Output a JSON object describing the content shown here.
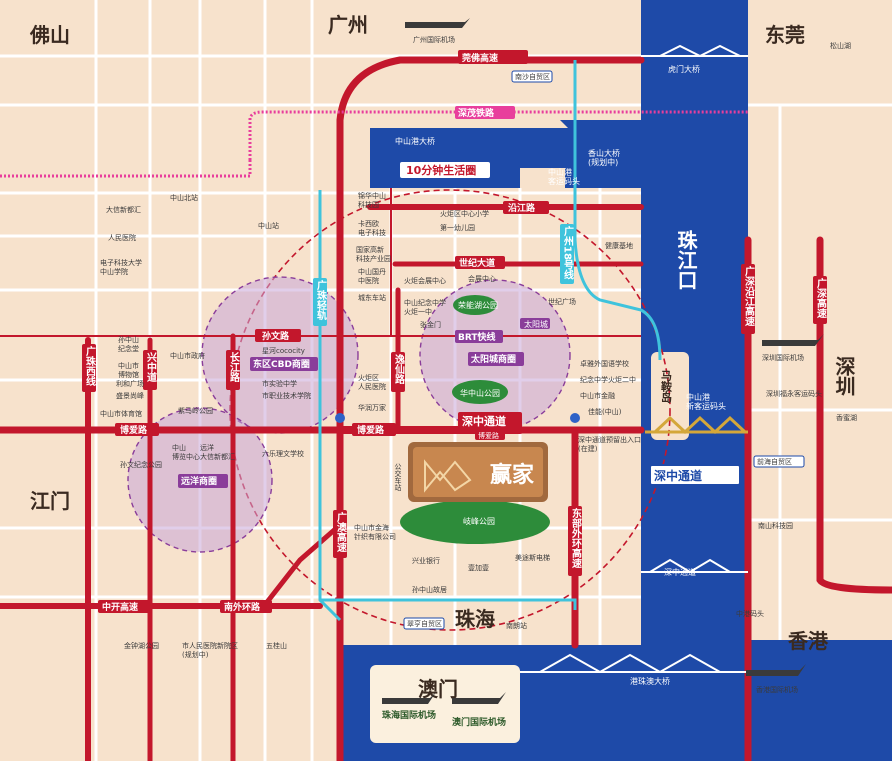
{
  "cities": {
    "foshan": "佛山",
    "guangzhou": "广州",
    "dongguan": "东莞",
    "jiangmen": "江门",
    "shenzhen": "深圳",
    "zhuhai": "珠海",
    "hongkong": "香港",
    "zhujiangkou": "珠江口",
    "macau": "澳门"
  },
  "roads": {
    "guanfo": "莞佛高速",
    "shenmao": "深茂铁路",
    "zhongshan_bridge": "中山港大桥",
    "circle10": "10分钟生活圈",
    "yanjiang": "沿江路",
    "shiji": "世纪大道",
    "brt": "BRT快线",
    "sunwen": "孙文路",
    "boai": "博爱路",
    "boai2": "博爱路",
    "shenzhong_main": "深中通道",
    "shenzhong_sub": "博爱路",
    "shenzhong_label": "深中通道",
    "shenzhong_bridge": "深中通道",
    "zhongkai": "中开高速",
    "nanwai": "南外环路",
    "zhuao": "港珠澳大桥",
    "guangzhu_west": "广珠西线",
    "xingzhong": "兴中道",
    "changjiang": "长江路",
    "yixian": "逸仙路",
    "guangzhu_rail": "广珠轻轨",
    "guangao": "广澳高速",
    "dongbu": "东部外环高速",
    "guangshen_yanjiang": "广深沿江高速",
    "guangshen": "广深高速",
    "line18": "广州18号线",
    "humen": "虎门大桥"
  },
  "zones": {
    "cbd": "东区CBD商圈",
    "sunyat": "太阳城商圈",
    "yuanyang": "远洋商圈"
  },
  "project": {
    "name": "赢家"
  },
  "airports": {
    "guangzhou": "广州国际机场",
    "shenzhen": "深圳国际机场",
    "hongkong": "香港国际机场",
    "zhuhai": "珠海国际机场",
    "macau": "澳门国际机场"
  },
  "pois": {
    "nansha_ftz": "南沙自贸区",
    "xiangshan_bridge": "香山大桥\n(规划中)",
    "zhongshan_port": "中山港\n客运码头",
    "zs_north": "中山北站",
    "zs_station": "中山站",
    "dasin": "大信新都汇",
    "renmin_hosp": "人民医院",
    "dianzi_univ": "电子科技大学\n中山学院",
    "jin_shunhua": "锦华中山\n科技园",
    "kaxi": "卡西欧\n电子科技",
    "guojia": "国家高新\n科技产业园",
    "hj_school": "火炬区中心小学",
    "d1": "第一幼儿园",
    "jiehe": "健康基地",
    "hj_huiyuan": "火炬会展中心",
    "huizhan": "会展中心",
    "zs_jn": "中山纪念中学\n火炬一中",
    "changkou": "城东车站",
    "zs_guoxin": "中山国丹\n中医院",
    "jinmao": "张金门",
    "rongxin": "荣能湖公园",
    "taiyang": "太阳城",
    "shiji_plaza": "世纪广场",
    "huazhong_park": "华中山公园",
    "zs_zhengfu": "中山市政府",
    "xingli": "星河cococity",
    "shi_shiyan": "市实验中学",
    "shi_zhiye": "市职业技术学院",
    "sunwen_jng": "孙中山\n纪念堂",
    "zs_bwg": "中山市\n博物馆",
    "liheng": "利和广场",
    "shengtao": "盛景尚峰",
    "tiyuguan": "中山市体育馆",
    "zima": "紫马岭公园",
    "shengdi": "孙文纪念公园",
    "zsbl": "中山\n博览中心",
    "yy_dx": "远洋\n大信新都汇",
    "liuhua": "六乐理文学校",
    "zj_renmin": "火炬区\n人民医院",
    "huarun": "华润万家",
    "gongjiao": "公交车站",
    "zs_jd": "中山市金海\n针织有限公司",
    "qifeng": "岐峰公园",
    "xingye": "兴业银行",
    "yichu": "壹加壹",
    "meitu": "美途斯电梯",
    "sungong": "孙中山故居",
    "nanlang": "南朗站",
    "cuiheng": "翠亨自贸区",
    "xinghuan": "中山市金融",
    "zhuoya": "卓雅外国语学校",
    "jnzx": "纪念中学火炬二中",
    "jiayin": "佳能(中山)",
    "longgang": "深中通道预留出入口\n(在建)",
    "maan": "马鞍岛",
    "zs_new_port": "中山港\n新客运码头",
    "qianhai": "前海自贸区",
    "nanshan": "南山科技园",
    "zhongshan_wharf": "中港码头",
    "shenzhen_bwg": "深圳福永客运码头",
    "xiangmi": "香蜜湖",
    "songshan": "松山湖",
    "jinzhong": "金钟湖公园",
    "zsrm_new": "市人民医院新院区\n(规划中)",
    "wugui": "五桂山"
  },
  "colors": {
    "land": "#f7e2cc",
    "water": "#1e4aa8",
    "road_red": "#c3172c",
    "pink_rail": "#e83e9c",
    "cyan_rail": "#3fc3dc",
    "zone_fill": "#c9a6d9",
    "zone_tag": "#8a3d9a"
  }
}
